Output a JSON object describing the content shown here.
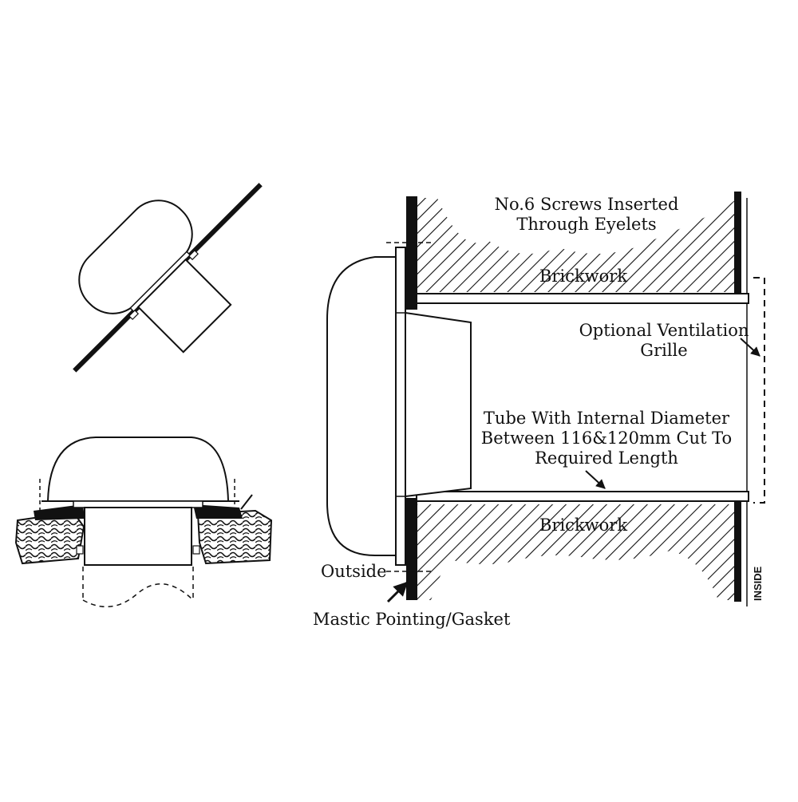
{
  "labels": {
    "screws": [
      "No.6 Screws Inserted",
      "Through Eyelets"
    ],
    "brickwork_top": "Brickwork",
    "grille": [
      "Optional Ventilation",
      "Grille"
    ],
    "tube": [
      "Tube With Internal Diameter",
      "Between 116&120mm Cut To",
      "Required Length"
    ],
    "brickwork_bottom": "Brickwork",
    "outside": "Outside",
    "inside": "INSIDE",
    "mastic": "Mastic Pointing/Gasket"
  }
}
